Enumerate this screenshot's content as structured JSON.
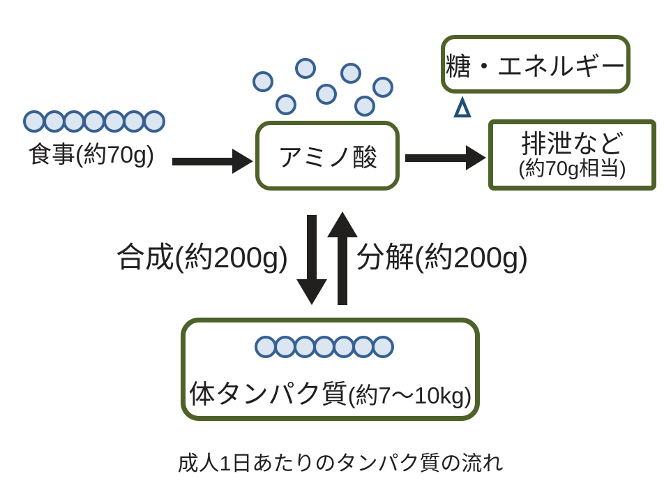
{
  "colors": {
    "ink": "#221f1f",
    "olive": "#4e6128",
    "bead_fill": "#dce6f2",
    "bead_stroke": "#376092",
    "triangle": "#1f4e79"
  },
  "labels": {
    "meal": "食事(約70g)",
    "synthesis": "合成(約200g)",
    "decomposition": "分解(約200g)",
    "caption": "成人1日あたりのタンパク質の流れ"
  },
  "boxes": {
    "amino_acid": "アミノ酸",
    "sugar_energy": "糖・エネルギー",
    "excretion_line1": "排泄など",
    "excretion_line2": "(約70g相当)",
    "body_protein_main": "体タンパク質",
    "body_protein_sub": "(約7～10kg)"
  }
}
